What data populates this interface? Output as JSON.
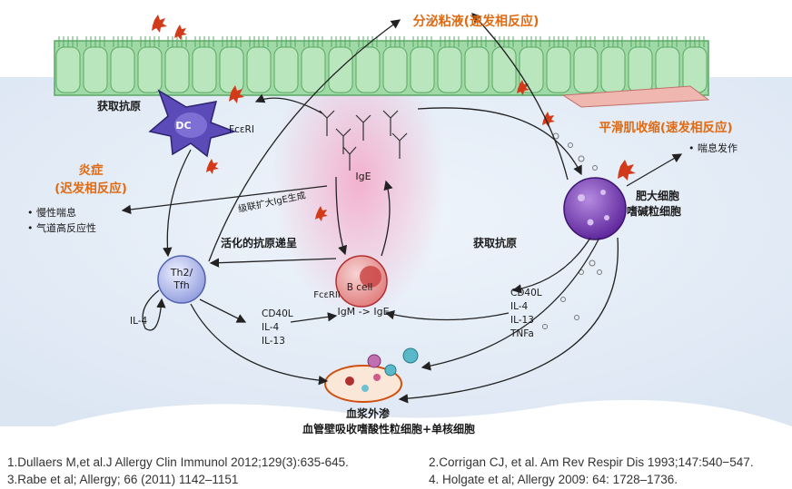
{
  "labels": {
    "secretion": "分泌粘液(速发相反应)",
    "get_antigen_top": "获取抗原",
    "dc": "DC",
    "fceri": "FcεRI",
    "ige": "IgE",
    "inflammation_title": "炎症",
    "inflammation_subtitle": "(迟发相反应)",
    "chronic_asthma": "慢性喘息",
    "airway_hyper": "气道高反应性",
    "cascade_ige": "级联扩大IgE生成",
    "smooth_muscle": "平滑肌收缩(速发相反应)",
    "asthma_attack": "喘息发作",
    "mast_cell_line1": "肥大细胞",
    "mast_cell_line2": "嗜碱粒细胞",
    "activated_presentation": "活化的抗原递呈",
    "get_antigen_mid": "获取抗原",
    "th2_line1": "Th2/",
    "th2_line2": "Tfh",
    "il4_left": "IL-4",
    "fceRII": "FcεRII",
    "b_cell": "B cell",
    "igm_ige": "IgM -> IgE",
    "cyto_left": [
      "CD40L",
      "IL-4",
      "IL-13"
    ],
    "cyto_right": [
      "CD40L",
      "IL-4",
      "IL-13",
      "TNFa"
    ],
    "plasma_leak": "血浆外渗",
    "vessel_absorb": "血管壁吸收嗜酸性粒细胞+单核细胞"
  },
  "references": [
    "1.Dullaers M,et al.J Allergy Clin Immunol 2012;129(3):635-645.",
    "2.Corrigan CJ, et al. Am Rev Respir Dis 1993;147:540−547.",
    "3.Rabe et al; Allergy; 66 (2011) 1142–1151",
    "4. Holgate et al; Allergy 2009: 64: 1728–1736."
  ],
  "colors": {
    "accent_orange": "#e06a12",
    "epithelium": "#9fd9a6",
    "dc_purple": "#5b4bb8",
    "mast_purple": "#6a2fa8",
    "b_cell_red": "#d94a4a"
  }
}
